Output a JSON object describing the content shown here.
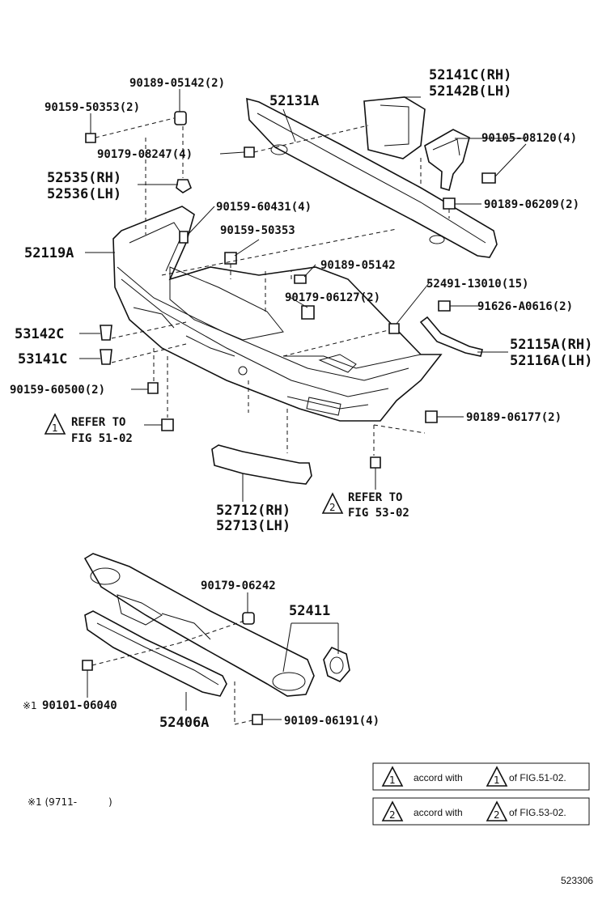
{
  "labels": {
    "p52131A": "52131A",
    "p52141C": "52141C(RH)",
    "p52142B": "52142B(LH)",
    "p90189_05142_2": "90189-05142(2)",
    "p90159_50353_2": "90159-50353(2)",
    "p90179_08247": "90179-08247(4)",
    "p90105_08120": "90105-08120(4)",
    "p52535": "52535(RH)",
    "p52536": "52536(LH)",
    "p90159_60431": "90159-60431(4)",
    "p90189_06209": "90189-06209(2)",
    "p52119A": "52119A",
    "p90159_50353": "90159-50353",
    "p90189_05142": "90189-05142",
    "p90179_06127": "90179-06127(2)",
    "p52491": "52491-13010(15)",
    "p91626": "91626-A0616(2)",
    "p53142C": "53142C",
    "p53141C": "53141C",
    "p52115A": "52115A(RH)",
    "p52116A": "52116A(LH)",
    "p90159_60500": "90159-60500(2)",
    "p90189_06177": "90189-06177(2)",
    "refer1_a": "REFER TO",
    "refer1_b": "FIG 51-02",
    "refer2_a": "REFER TO",
    "refer2_b": "FIG 53-02",
    "p52712": "52712(RH)",
    "p52713": "52713(LH)",
    "p90179_06242": "90179-06242",
    "p52411": "52411",
    "p90101": "90101-06040",
    "p52406A": "52406A",
    "p90109": "90109-06191(4)",
    "note_mark": "※1",
    "note1": "※1 (9711-",
    "note1_close": ")"
  },
  "legend": [
    {
      "num": "1",
      "text": "accord with",
      "ref": "of FIG.51-02."
    },
    {
      "num": "2",
      "text": "accord with",
      "ref": "of FIG.53-02."
    }
  ],
  "diagram_id": "523306"
}
